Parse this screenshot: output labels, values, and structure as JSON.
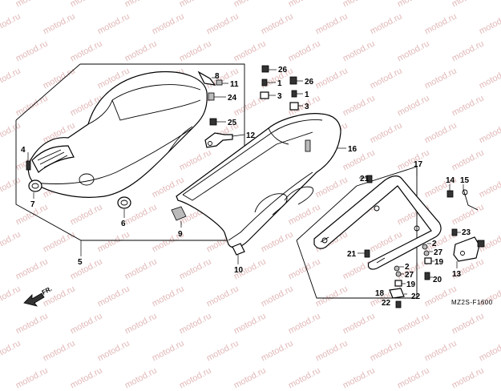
{
  "watermark": "motod.ru",
  "diagram_code": "MZ2S-F1600",
  "direction_label": "FR.",
  "part_numbers": {
    "p1a": "1",
    "p1b": "1",
    "p2a": "2",
    "p2b": "2",
    "p3a": "3",
    "p3b": "3",
    "p4": "4",
    "p5": "5",
    "p6": "6",
    "p7": "7",
    "p8": "8",
    "p9": "9",
    "p10": "10",
    "p11": "11",
    "p12": "12",
    "p13": "13",
    "p14": "14",
    "p15": "15",
    "p16": "16",
    "p17": "17",
    "p18": "18",
    "p19a": "19",
    "p19b": "19",
    "p20": "20",
    "p21a": "21",
    "p21b": "21",
    "p22a": "22",
    "p22b": "22",
    "p23": "23",
    "p24": "24",
    "p25": "25",
    "p26a": "26",
    "p26b": "26",
    "p27a": "27",
    "p27b": "27"
  }
}
